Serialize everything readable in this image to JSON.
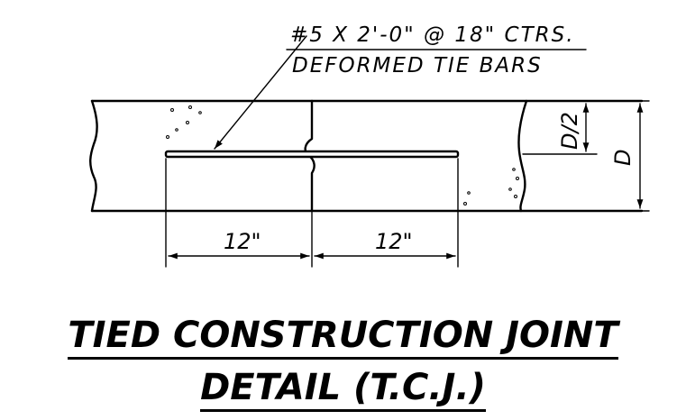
{
  "callout": {
    "line1": "#5 X 2'-0\" @ 18\" CTRS.",
    "line2": "DEFORMED TIE BARS"
  },
  "dimensions": {
    "half_depth": "D/2",
    "depth": "D",
    "left_length": "12\"",
    "right_length": "12\""
  },
  "title": {
    "line1": "TIED CONSTRUCTION JOINT",
    "line2": "DETAIL (T.C.J.)"
  }
}
